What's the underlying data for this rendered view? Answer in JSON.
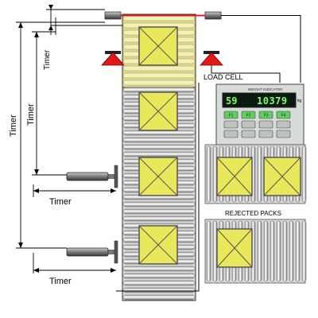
{
  "labels": {
    "load_cell": "LOAD CELL",
    "rejected_packs": "REJECTED PACKS",
    "timer_side_outer": "Timer",
    "timer_side_inner": "Timer",
    "timer_top": "Timer",
    "timer_pusher_top": "Timer",
    "timer_pusher_bottom": "Timer"
  },
  "display": {
    "model_text": "WEIGHT INDICATOR",
    "left_value": "59",
    "main_value": "10379",
    "unit": "kg",
    "panel_color": "#d8dcd8",
    "screen_color": "#0b1a10",
    "digit_color": "#7cff6a",
    "keys": [
      {
        "label": "F1",
        "color": "#5fcf5f"
      },
      {
        "label": "F2",
        "color": "#5fcf5f"
      },
      {
        "label": "F3",
        "color": "#5fcf5f"
      },
      {
        "label": "F4",
        "color": "#5fcf5f"
      },
      {
        "label": "",
        "color": "#bfc3bf"
      },
      {
        "label": "",
        "color": "#bfc3bf"
      },
      {
        "label": "",
        "color": "#bfc3bf"
      },
      {
        "label": "",
        "color": "#bfc3bf"
      },
      {
        "label": "",
        "color": "#bfc3bf"
      },
      {
        "label": "",
        "color": "#bfc3bf"
      },
      {
        "label": "",
        "color": "#bfc3bf"
      },
      {
        "label": "",
        "color": "#bfc3bf"
      }
    ]
  },
  "colors": {
    "pack_fill": "#e8e85a",
    "pack_stroke": "#555555",
    "weigh_section": "#dedc8a",
    "roller_light": "#f2f2f2",
    "roller_dark": "#8a8a8a",
    "sensor_beam": "#e02020",
    "load_cell_triangle": "#e01818",
    "wire": "#000000"
  }
}
